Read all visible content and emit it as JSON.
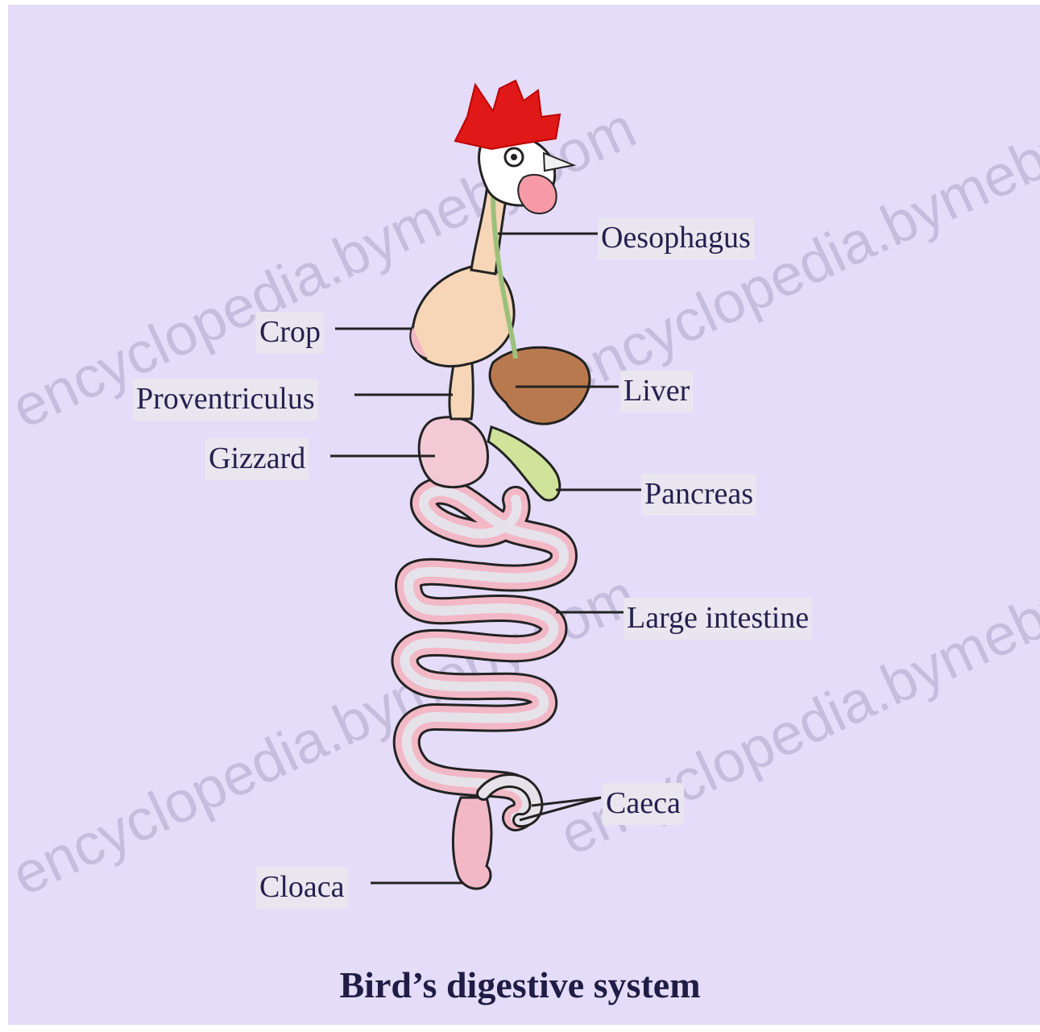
{
  "diagram": {
    "caption": "Bird’s digestive system",
    "labels": {
      "oesophagus": "Oesophagus",
      "crop": "Crop",
      "proventriculus": "Proventriculus",
      "liver": "Liver",
      "gizzard": "Gizzard",
      "pancreas": "Pancreas",
      "large_intestine": "Large intestine",
      "caeca": "Caeca",
      "cloaca": "Cloaca"
    },
    "watermark": "encyclopedia.bymeby.com"
  },
  "colors": {
    "background": "#e4dcf8",
    "comb": "#e01818",
    "crop": "#f6d6b6",
    "liver": "#b9794f",
    "pancreas": "#cfe39a",
    "gizzard": "#f4c9d6",
    "intestine_pink": "#f2b8c6",
    "label_text": "#25204f"
  }
}
